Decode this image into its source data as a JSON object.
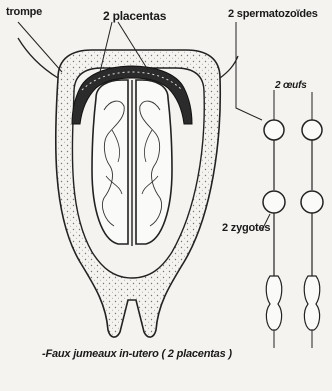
{
  "labels": {
    "trompe": "trompe",
    "placentas": "2 placentas",
    "spermatozoides": "2 spermatozoïdes",
    "oeufs": "2 œufs",
    "zygotes": "2 zygotes",
    "caption": "-Faux jumeaux in-utero ( 2 placentas )"
  }
}
